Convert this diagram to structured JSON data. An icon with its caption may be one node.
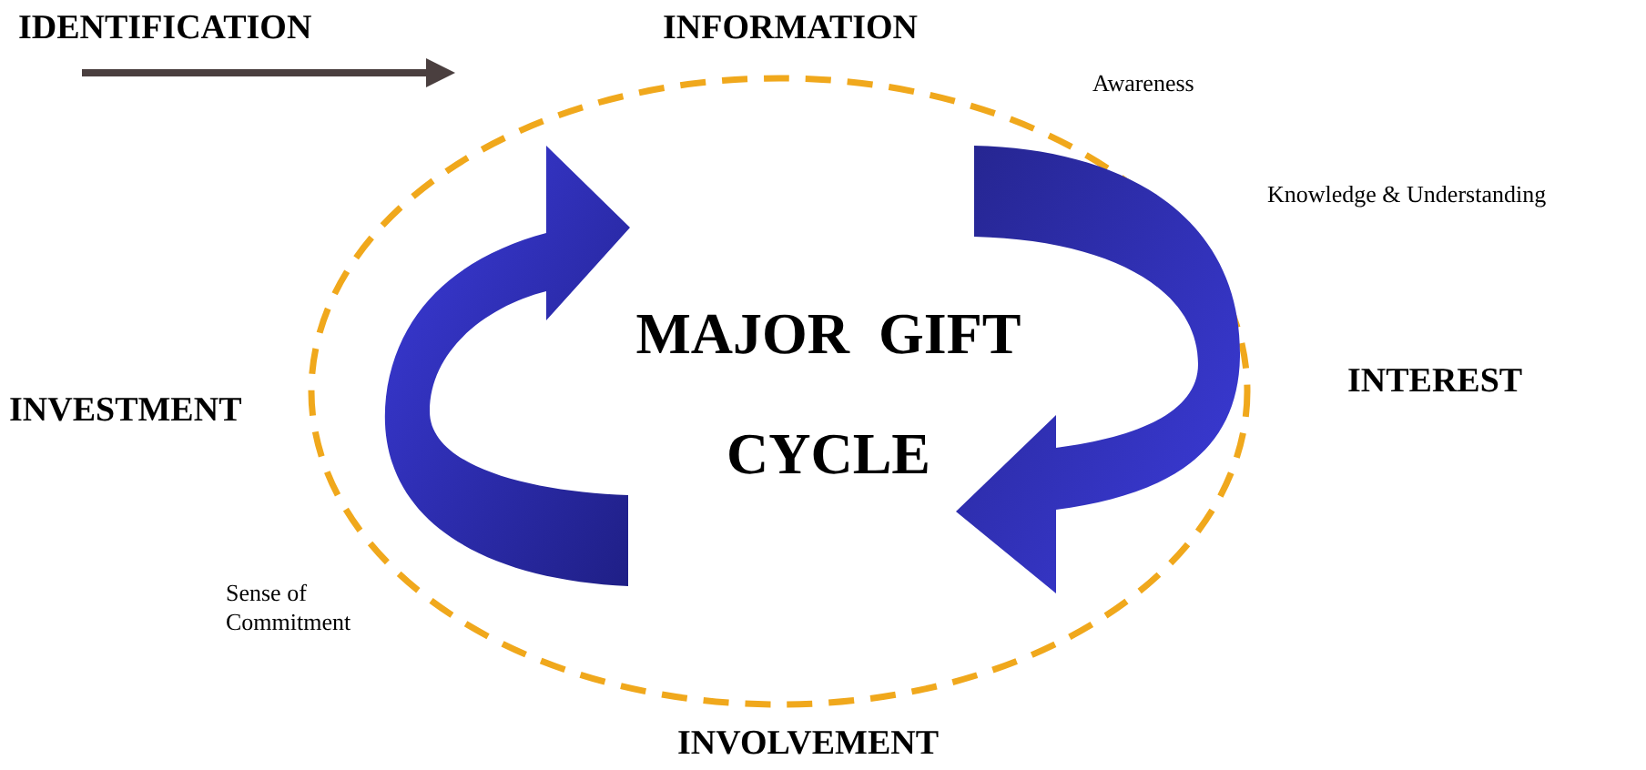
{
  "diagram": {
    "labels": [
      "IDENTIFICATION",
      "INFORMATION",
      "Awareness",
      "Knowledge & Understanding",
      "MAJOR GIFT CYCLE",
      "INTEREST",
      "INVESTMENT",
      "Sense of Commitment",
      "INVOLVEMENT"
    ]
  }
}
